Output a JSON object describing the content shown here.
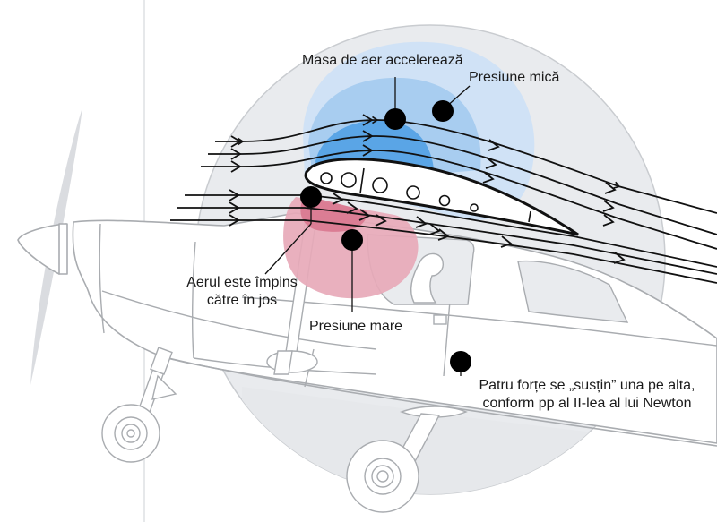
{
  "diagram": {
    "title": "Portanța aripii – circulația aerului în jurul profilului",
    "colors": {
      "background": "#ffffff",
      "airplane_outline": "#a9acb0",
      "big_circle": "#e8eaed",
      "low_pressure_outer": "#cfe2f6",
      "low_pressure_mid": "#a8cdf0",
      "low_pressure_inner": "#5aa5e6",
      "high_pressure_outer": "#e7a9b8",
      "high_pressure_inner": "#d9788f",
      "streamline": "#111111",
      "marker": "#000000"
    },
    "labels": {
      "air_accelerates": "Masa de aer accelerează",
      "low_pressure": "Presiune mică",
      "air_pushed_down_line1": "Aerul este împins",
      "air_pushed_down_line2": "către în jos",
      "high_pressure": "Presiune mare",
      "four_forces_line1": "Patru forțe se „susțin” una pe alta,",
      "four_forces_line2": "conform pp al II-lea al lui Newton"
    }
  }
}
